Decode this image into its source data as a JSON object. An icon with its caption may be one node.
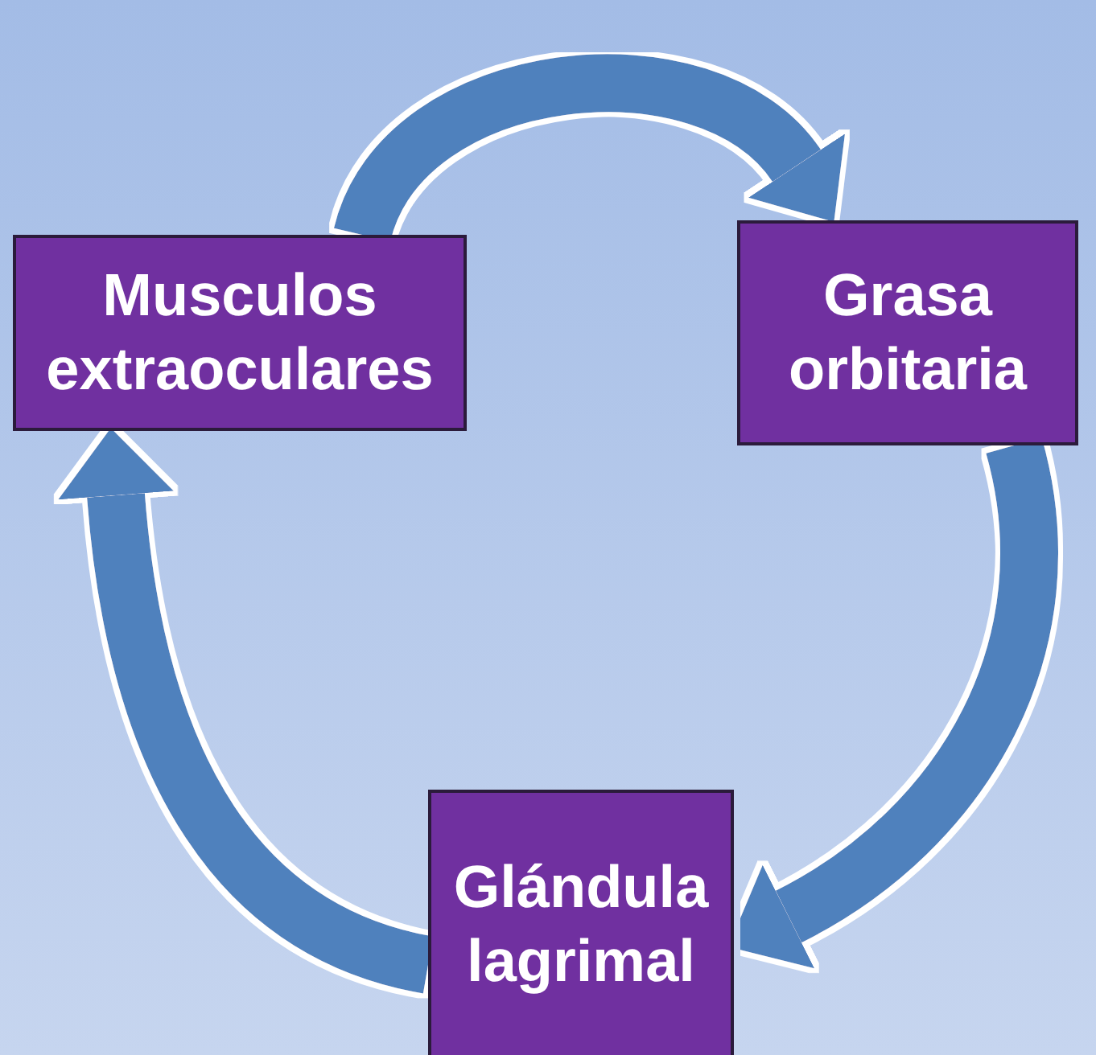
{
  "diagram": {
    "nodes": [
      {
        "text": [
          "Musculos extraoculares"
        ]
      },
      {
        "text": [
          "Grasa orbitaria"
        ]
      },
      {
        "text": [
          "Glándula lagrimal"
        ]
      }
    ],
    "edges": [
      {
        "from": 0,
        "to": 1,
        "arrow": "to"
      },
      {
        "from": 1,
        "to": 2,
        "arrow": "to"
      },
      {
        "from": 2,
        "to": 0,
        "arrow": "to"
      }
    ]
  }
}
